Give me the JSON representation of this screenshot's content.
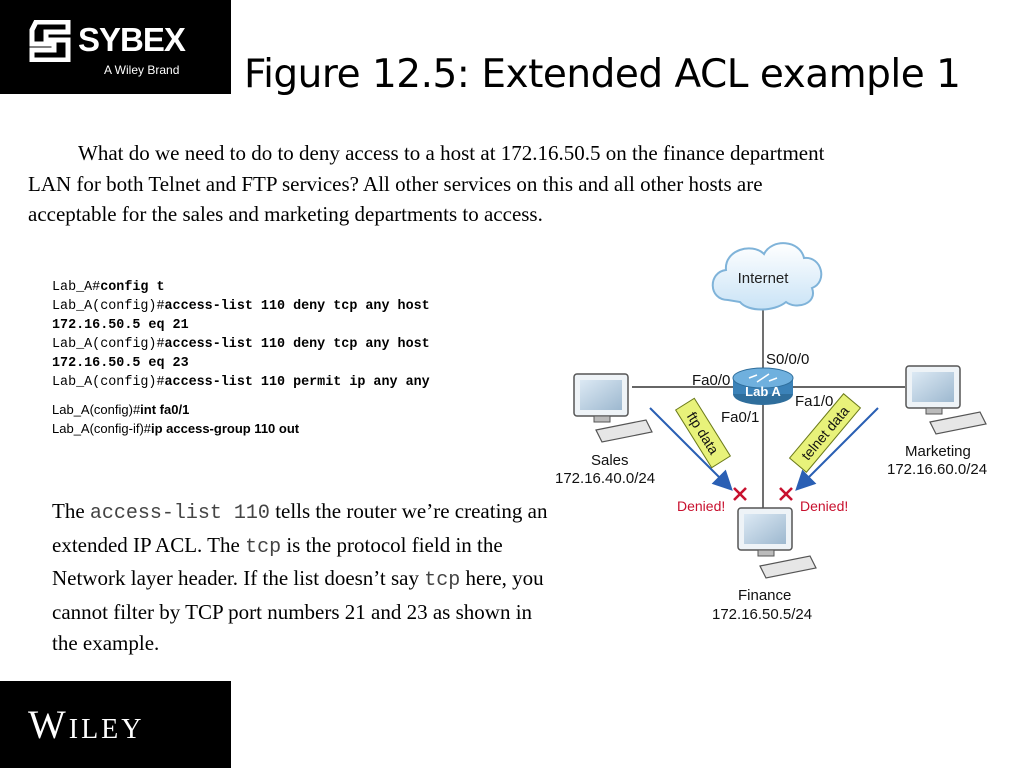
{
  "header": {
    "brand": "SYBEX",
    "brand_sub": "A Wiley Brand",
    "title": "Figure 12.5: Extended ACL example 1"
  },
  "intro": "What do we need to do to deny access to a host at 172.16.50.5 on the finance department LAN for both Telnet and FTP services? All other services on this and all other hosts are acceptable for the sales and marketing departments to access.",
  "code": [
    {
      "prompt": "Lab_A#",
      "cmd": "config t"
    },
    {
      "prompt": "Lab_A(config)#",
      "cmd": "access-list 110 deny tcp any host"
    },
    {
      "prompt": "",
      "cmd": "172.16.50.5 eq 21"
    },
    {
      "prompt": "Lab_A(config)#",
      "cmd": "access-list 110 deny tcp any host"
    },
    {
      "prompt": "",
      "cmd": "172.16.50.5 eq 23"
    },
    {
      "prompt": "Lab_A(config)#",
      "cmd": "access-list 110 permit ip any any"
    }
  ],
  "code2": [
    {
      "prompt": "Lab_A(config)#",
      "cmd": "int fa0/1"
    },
    {
      "prompt": "Lab_A(config-if)#",
      "cmd": "ip access-group 110 out"
    }
  ],
  "explanation": {
    "p1": "The ",
    "m1": "access-list 110",
    "p2": " tells the router we’re creating an extended IP ACL. The ",
    "m2": "tcp",
    "p3": " is the protocol field in the Network layer header. If the list doesn’t say ",
    "m3": "tcp",
    "p4": " here, you cannot filter by TCP port numbers 21 and 23 as shown in the example."
  },
  "diagram": {
    "cloud": "Internet",
    "router": "Lab A",
    "ifaces": {
      "s0": "S0/0/0",
      "fa00": "Fa0/0",
      "fa10": "Fa1/0",
      "fa01": "Fa0/1"
    },
    "hosts": {
      "sales_name": "Sales",
      "sales_net": "172.16.40.0/24",
      "marketing_name": "Marketing",
      "marketing_net": "172.16.60.0/24",
      "finance_name": "Finance",
      "finance_net": "172.16.50.5/24"
    },
    "ftp_tag": "ftp data",
    "telnet_tag": "telnet data",
    "denied": "Denied!",
    "colors": {
      "denied": "#c8102e",
      "tag_fill": "#e8f27a",
      "arrow": "#2a5fb4",
      "router": "#4a93c8"
    }
  },
  "footer": {
    "brand": "Wiley"
  }
}
